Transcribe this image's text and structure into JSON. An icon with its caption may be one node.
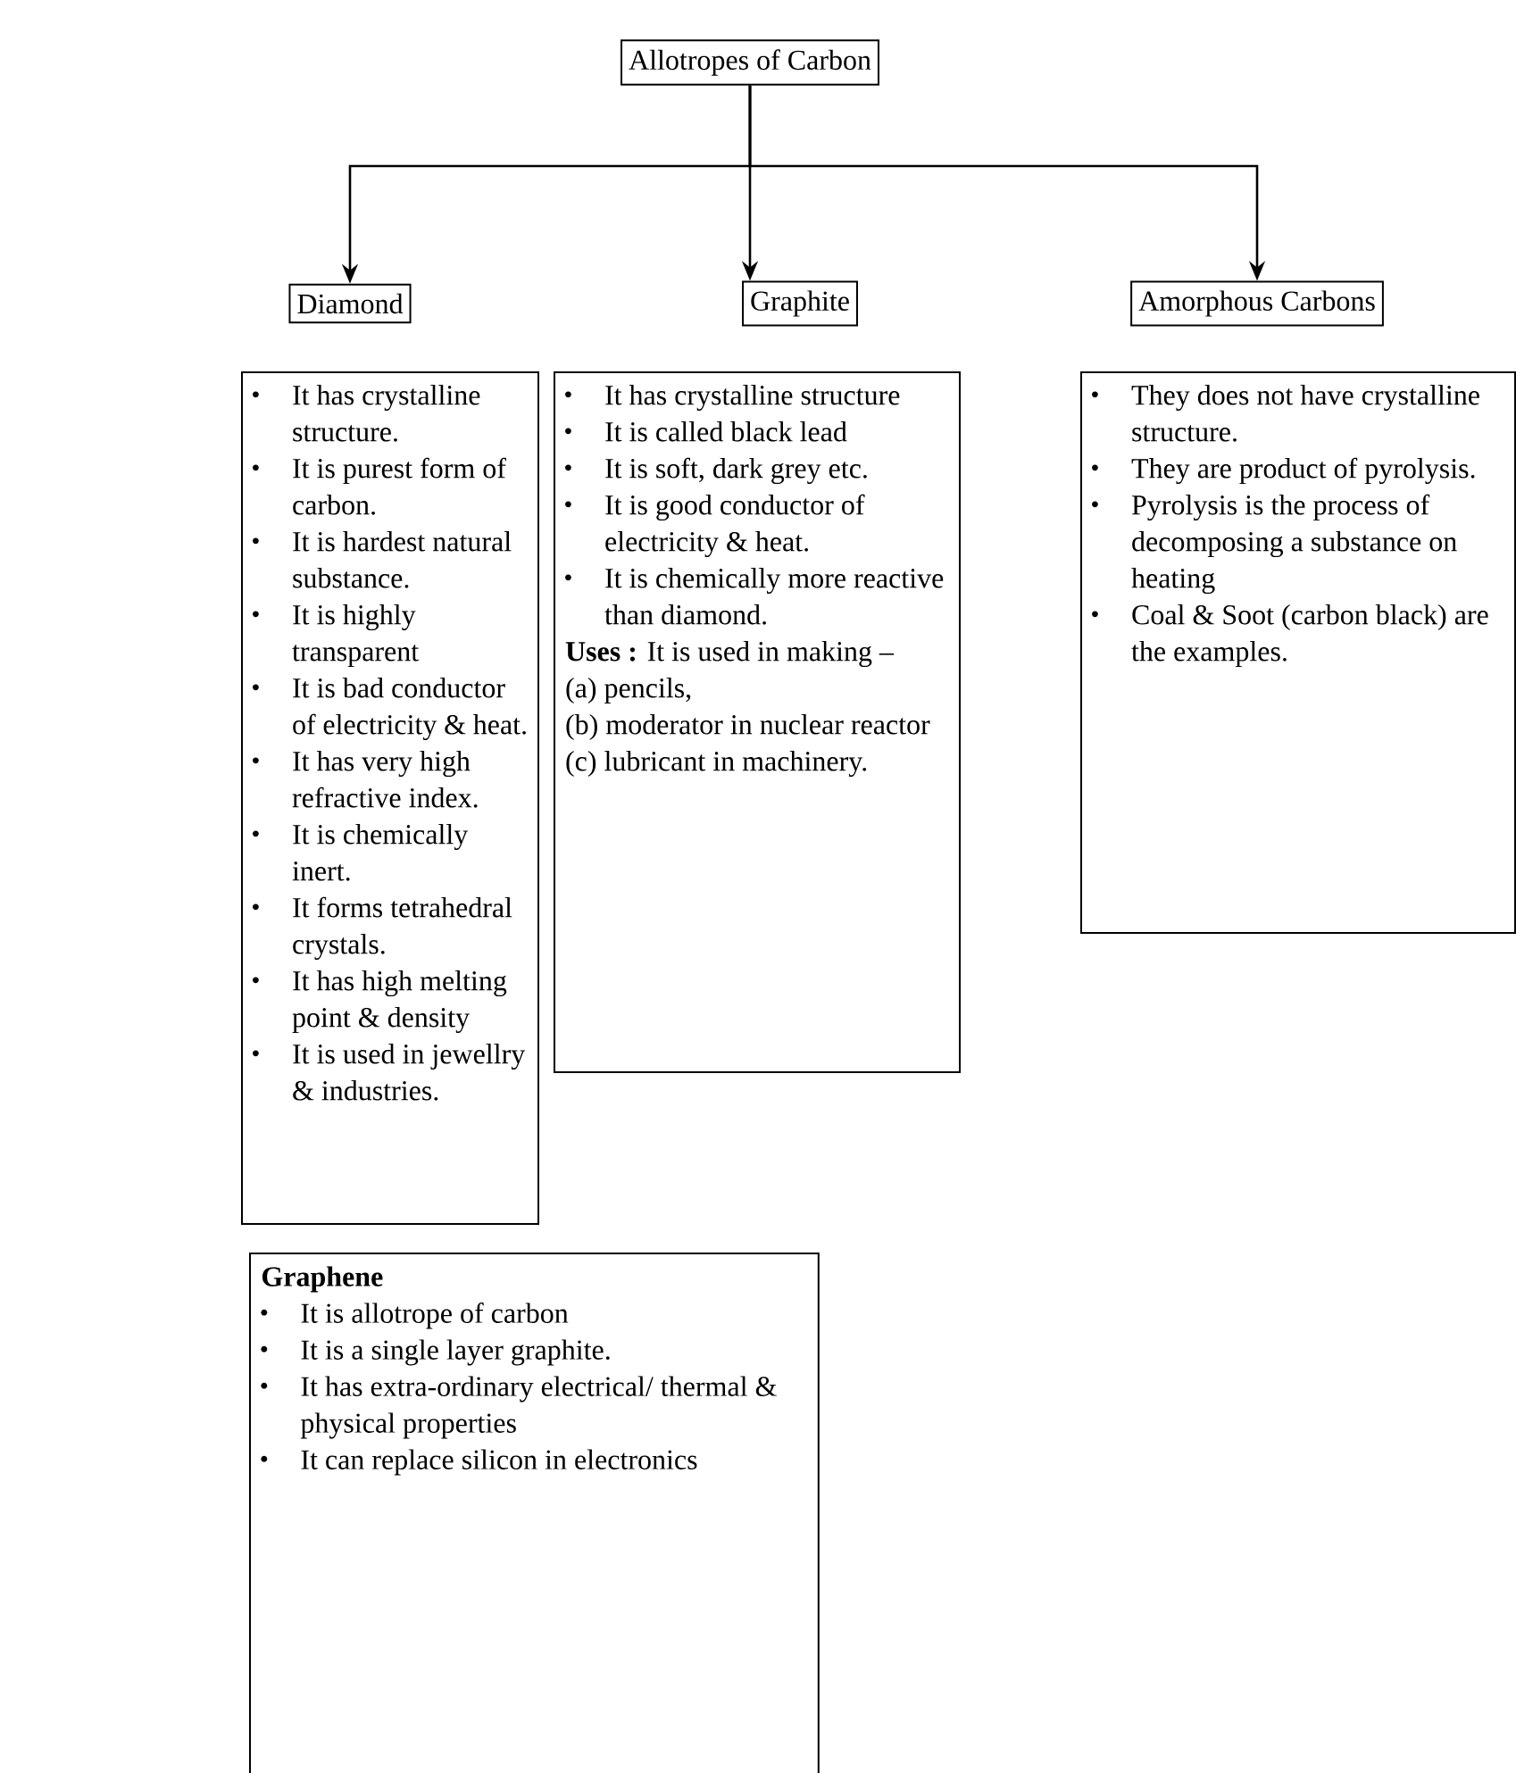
{
  "diagram": {
    "nodes": [
      {
        "text": [
          "Allotropes of Carbon"
        ]
      },
      {
        "text": [
          "Diamond"
        ]
      },
      {
        "text": [
          "Graphite"
        ]
      },
      {
        "text": [
          "Amorphous Carbons"
        ]
      },
      {
        "text": [
          "It has crystalline structure.",
          "It is purest form of carbon.",
          "It is hardest natural substance.",
          "It is highly transparent",
          "It is bad conductor of electricity & heat.",
          "It has very high refractive index.",
          "It is chemically inert.",
          "It forms tetrahedral crystals.",
          "It has high melting point & density",
          "It is used in jewellry & industries."
        ]
      },
      {
        "text": [
          "It has crystalline structure",
          "It is called black lead",
          "It is soft, dark grey etc.",
          "It is good conductor of electricity & heat.",
          "It is chemically more reactive than diamond.",
          "**Uses :** It is used in making –",
          "(a) pencils,",
          "(b) moderator in nuclear reactor",
          "(c) lubricant in machinery."
        ]
      },
      {
        "text": [
          "They does not have crystalline structure.",
          "They are product of pyrolysis.",
          "Pyrolysis is the process of decomposing a substance on heating",
          "Coal & Soot (carbon black) are the examples."
        ]
      },
      {
        "text": [
          "Graphene",
          "It is allotrope of carbon",
          "It is a single layer graphite.",
          "It has extra-ordinary electrical/ thermal & physical properties",
          "It can replace silicon in electronics"
        ]
      }
    ],
    "edges": [
      {
        "from": 0,
        "to": 1,
        "arrow": "to"
      },
      {
        "from": 0,
        "to": 2,
        "arrow": "to"
      },
      {
        "from": 0,
        "to": 3,
        "arrow": "to"
      }
    ]
  }
}
